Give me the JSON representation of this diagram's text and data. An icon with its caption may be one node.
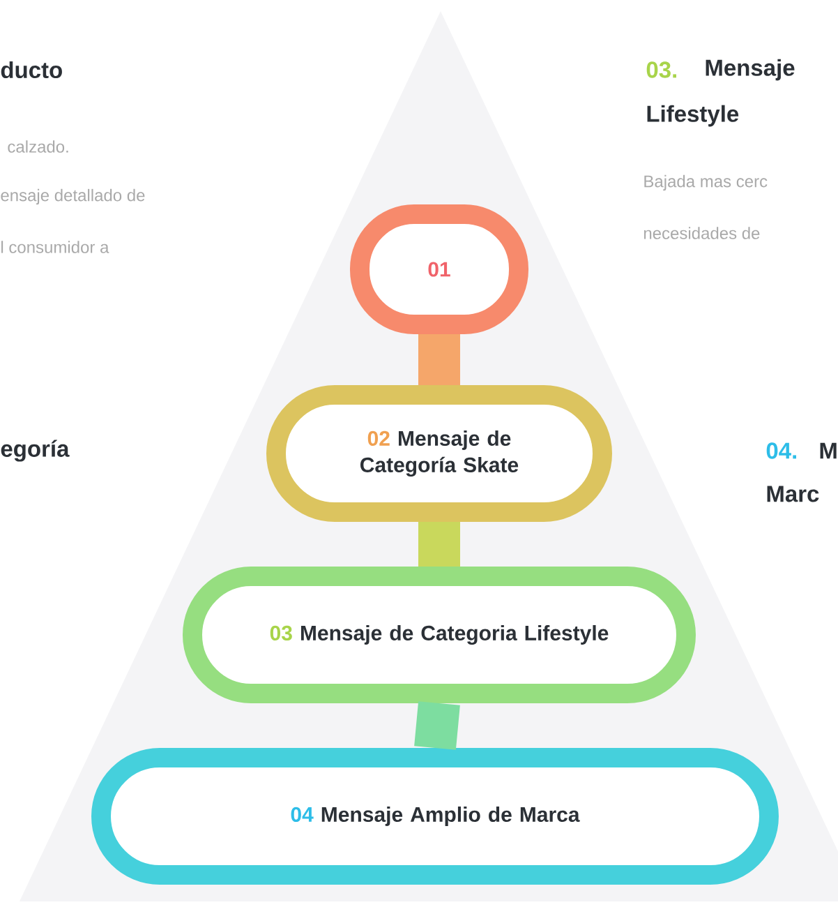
{
  "diagram": {
    "nodes": [
      {
        "text": [
          "01"
        ]
      },
      {
        "text": [
          "02",
          "Mensaje de Categoría Skate"
        ]
      },
      {
        "text": [
          "03",
          "Mensaje de Categoria Lifestyle"
        ]
      },
      {
        "text": [
          "04",
          "Mensaje Amplio de Marca"
        ]
      }
    ],
    "edges": [
      {
        "from": 0,
        "to": 1,
        "arrow": "none",
        "color": "#f5a66a"
      },
      {
        "from": 1,
        "to": 2,
        "arrow": "none",
        "color": "#c9d85c"
      },
      {
        "from": 2,
        "to": 3,
        "arrow": "none",
        "color": "#7ddda0"
      }
    ],
    "labels": [
      "ducto",
      "calzado.",
      "ensaje detallado de",
      "l consumidor a",
      "egoría",
      "03.",
      "Mensaje",
      "Lifestyle",
      "Bajada mas cerc",
      "necesidades de",
      "04.",
      "M",
      "Marc"
    ]
  }
}
